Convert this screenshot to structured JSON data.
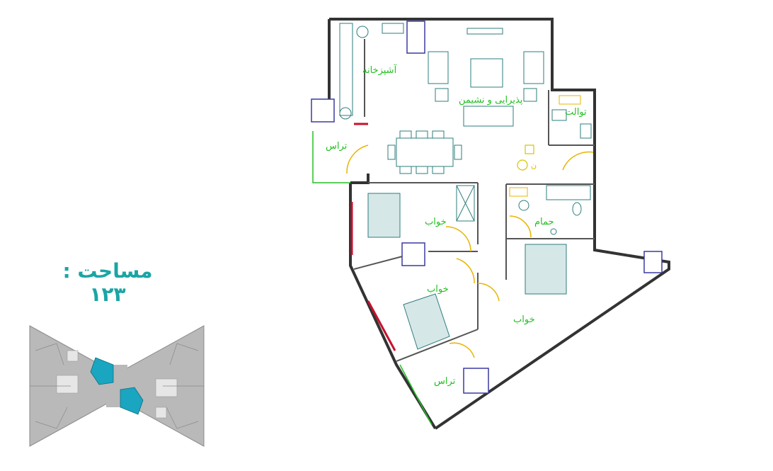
{
  "area_label": "مساحت : ۱۲۳",
  "rooms": {
    "kitchen": "آشپزخانه",
    "living": "پذیرایی و نشیمن",
    "toilet": "توالت",
    "terrace_top": "تراس",
    "bedroom_1": "خواب",
    "bedroom_2": "خواب",
    "bedroom_3": "خواب",
    "bath": "حمام",
    "terrace_bottom": "تراس",
    "north_mark": "ن"
  },
  "colors": {
    "accent": "#1aa5a5",
    "room_text": "#22c022",
    "wall": "#333333",
    "door": "#e8b400",
    "window": "#c8102e",
    "furniture": "#2e7d7d",
    "keyplan_highlight": "#1aa5c0",
    "keyplan_base": "#b9b9b9"
  }
}
